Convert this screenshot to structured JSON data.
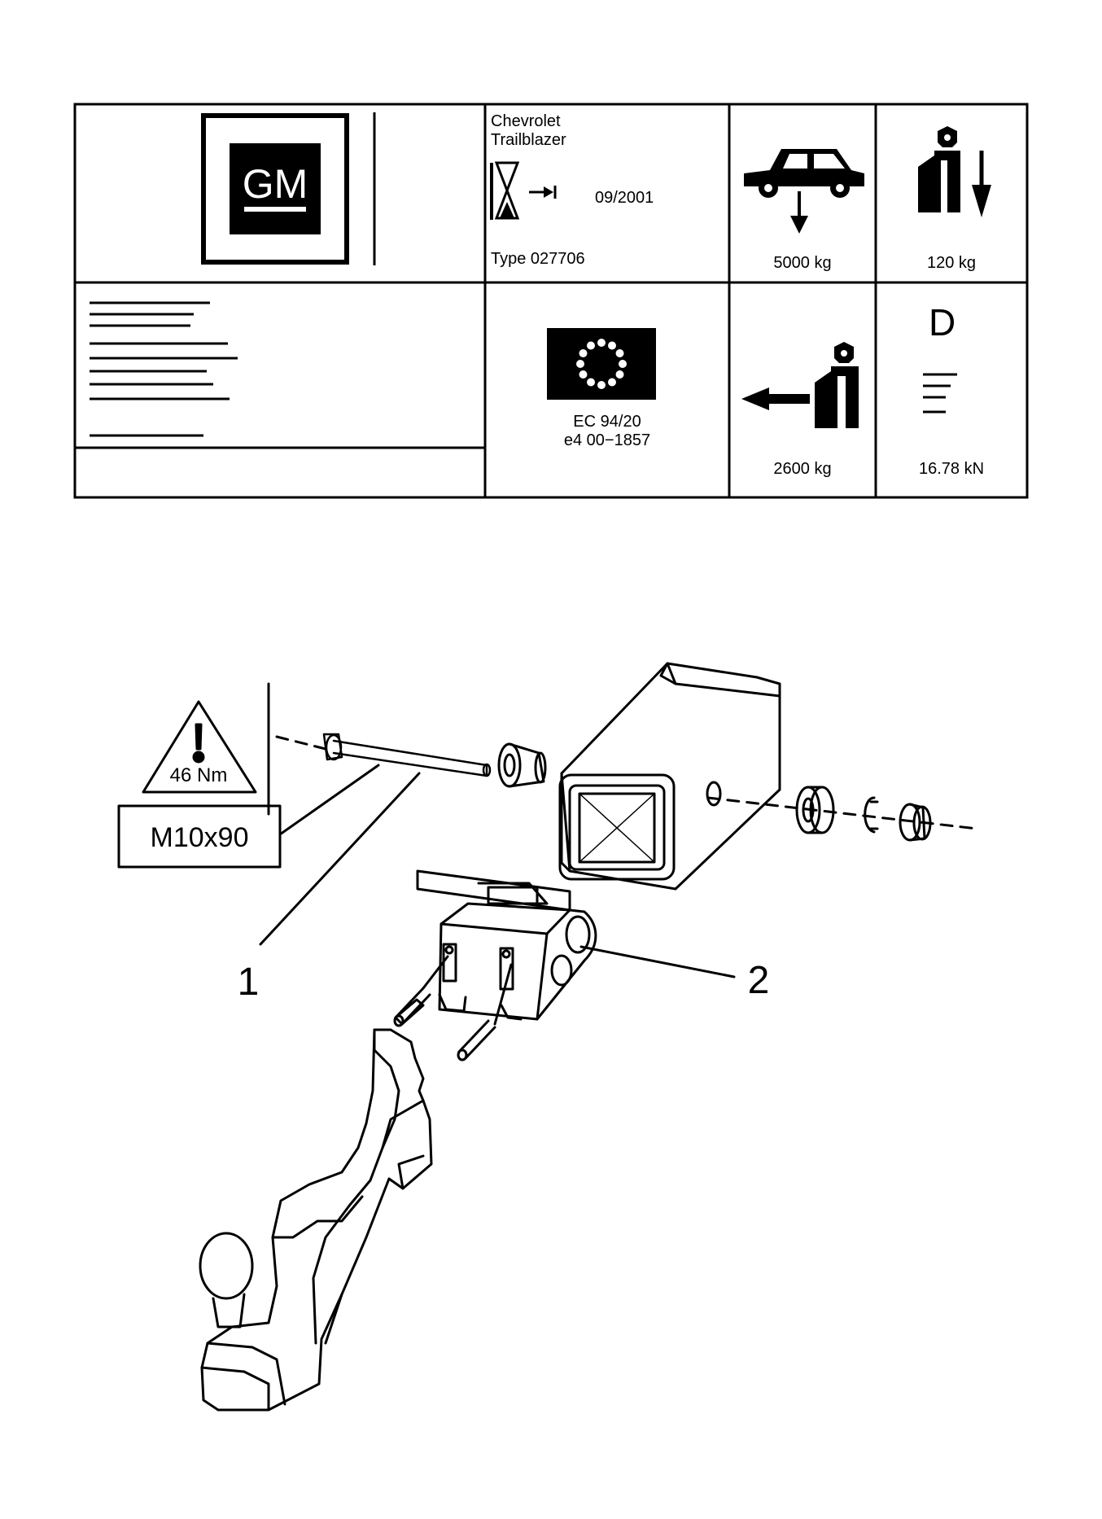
{
  "label_plate": {
    "logo": {
      "icon": "gm-logo",
      "text": "GM"
    },
    "vehicle": {
      "make": "Chevrolet",
      "model": "Trailblazer"
    },
    "date_icon": "hourglass-arrow-icon",
    "date": "09/2001",
    "type": "Type 027706",
    "max_gross_weight": {
      "icon": "car-down-arrow-icon",
      "value": "5000 kg"
    },
    "max_vertical_load": {
      "icon": "coupling-down-arrow-icon",
      "value": "120 kg"
    },
    "eu_flag_icon": "eu-flag-icon",
    "approval": {
      "directive": "EC 94/20",
      "number": "e4 00−1857"
    },
    "max_trailer_mass": {
      "icon": "coupling-left-arrow-icon",
      "value": "2600 kg"
    },
    "d_value": {
      "letter": "D",
      "icon": "d-value-lines-icon",
      "value": "16.78 kN"
    }
  },
  "diagram": {
    "torque_icon": "warning-triangle-icon",
    "torque": "46 Nm",
    "bolt_spec": "M10x90",
    "callouts": [
      "1",
      "2"
    ]
  }
}
